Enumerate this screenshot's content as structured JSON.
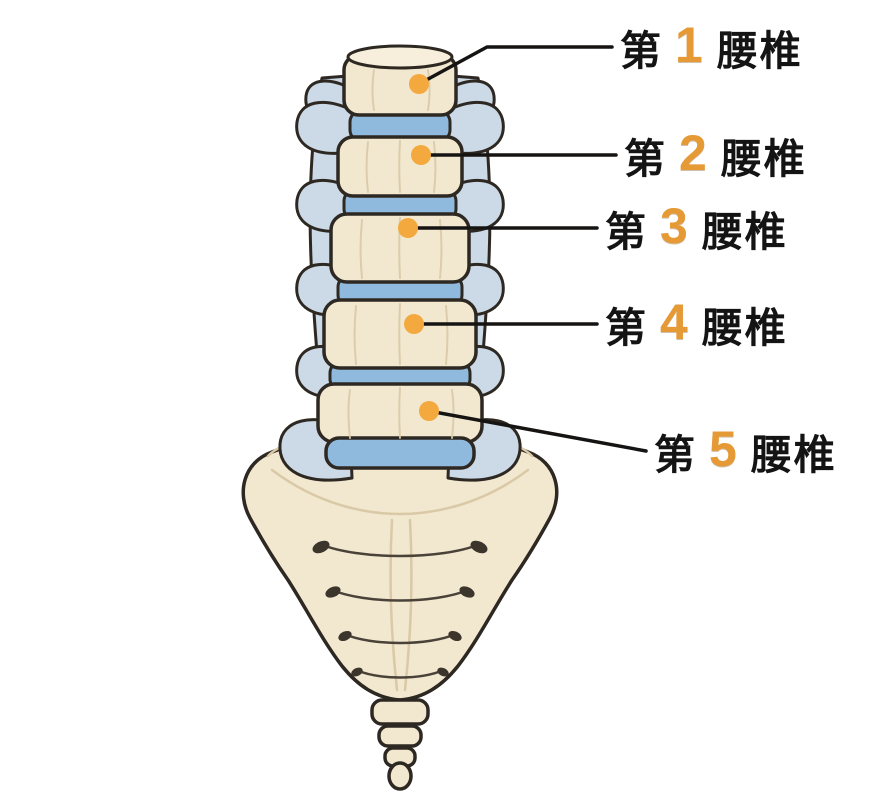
{
  "labels": [
    {
      "prefix": "第",
      "number": "1",
      "suffix": "腰椎"
    },
    {
      "prefix": "第",
      "number": "2",
      "suffix": "腰椎"
    },
    {
      "prefix": "第",
      "number": "3",
      "suffix": "腰椎"
    },
    {
      "prefix": "第",
      "number": "4",
      "suffix": "腰椎"
    },
    {
      "prefix": "第",
      "number": "5",
      "suffix": "腰椎"
    }
  ],
  "colors": {
    "background": "#ffffff",
    "label_text": "#141414",
    "number_accent": "#e69a36",
    "marker_dot": "#f3a93e",
    "bone": "#f2e8d0",
    "bone_top": "#f7efdc",
    "bone_shade": "#d9c9a6",
    "disc": "#8fbadd",
    "process": "#ccd9e6",
    "outline": "#2e2822",
    "leader_line": "#161412"
  }
}
